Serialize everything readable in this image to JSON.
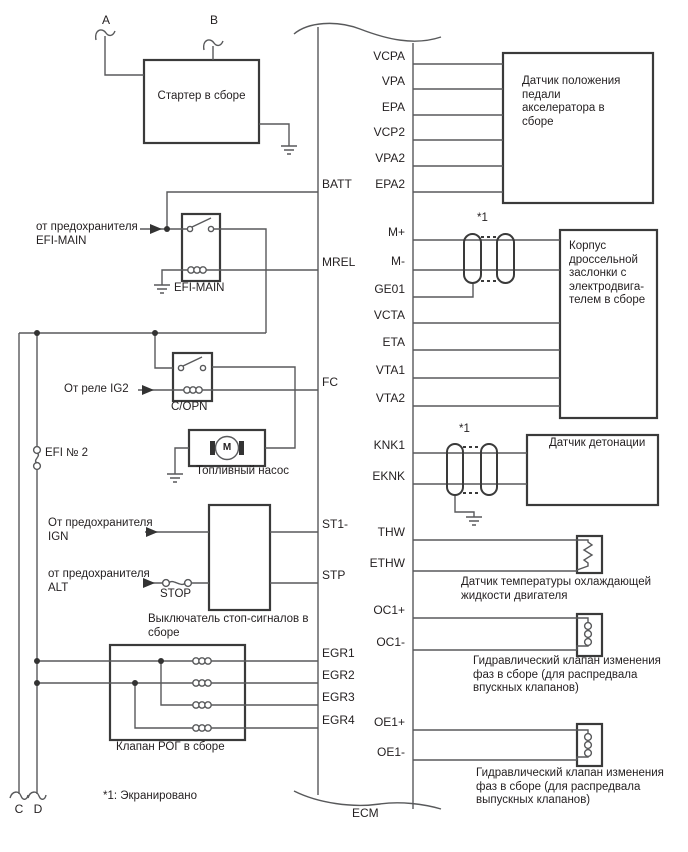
{
  "colors": {
    "wire": "#58595b",
    "box": "#3a3a3a",
    "text": "#231f20",
    "background": "#ffffff"
  },
  "connectors": {
    "top_left": "A",
    "top_right": "B",
    "bottom_left": "C",
    "bottom_right": "D"
  },
  "ecm": {
    "label": "ECM",
    "left_pins": [
      "BATT",
      "MREL",
      "FC",
      "ST1-",
      "STP",
      "EGR1",
      "EGR2",
      "EGR3",
      "EGR4"
    ],
    "right_pins": [
      "VCPA",
      "VPA",
      "EPA",
      "VCP2",
      "VPA2",
      "EPA2",
      "M+",
      "M-",
      "GE01",
      "VCTA",
      "ETA",
      "VTA1",
      "VTA2",
      "KNK1",
      "EKNK",
      "THW",
      "ETHW",
      "OC1+",
      "OC1-",
      "OE1+",
      "OE1-"
    ]
  },
  "left_components": {
    "starter": "Стартер в сборе",
    "efi_main_fuse_feed": "от предохранителя\nEFI-MAIN",
    "efi_main_relay": "EFI-MAIN",
    "ig2_feed": "От реле IG2",
    "copn_relay": "C/OPN",
    "fuel_pump": "Топливный насос",
    "motor_letter": "M",
    "efi2_fuse": "EFI № 2",
    "ign_feed": "От предохранителя\nIGN",
    "alt_feed": "от предохранителя\nALT",
    "stop_fuse": "STOP",
    "stop_lamp_switch": "Выключатель стоп-сигналов в\nсборе",
    "egr_valve": "Клапан РОГ в сборе"
  },
  "right_components": {
    "pedal_sensor": "Датчик положения\nпедали\nакселератора в\nсборе",
    "throttle_body": "Корпус\nдроссельной\nзаслонки с\nэлектродвига-\nтелем в сборе",
    "knock_sensor": "Датчик детонации",
    "coolant_sensor": "Датчик температуры охлаждающей\nжидкости двигателя",
    "ocv_intake": "Гидравлический клапан изменения\nфаз в сборе (для распредвала\nвпускных клапанов)",
    "ocv_exhaust": "Гидравлический клапан изменения\nфаз в сборе (для распредвала\nвыпускных клапанов)"
  },
  "notes": {
    "shield_marker": "*1",
    "footnote": "*1: Экранировано"
  }
}
